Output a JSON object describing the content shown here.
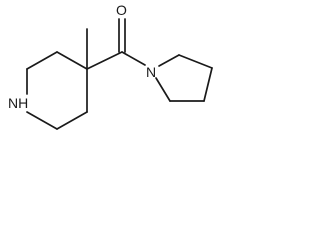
{
  "molecule": {
    "atoms": {
      "nh": "NH",
      "carbonyl_o": "O",
      "amide_n": "N"
    }
  }
}
